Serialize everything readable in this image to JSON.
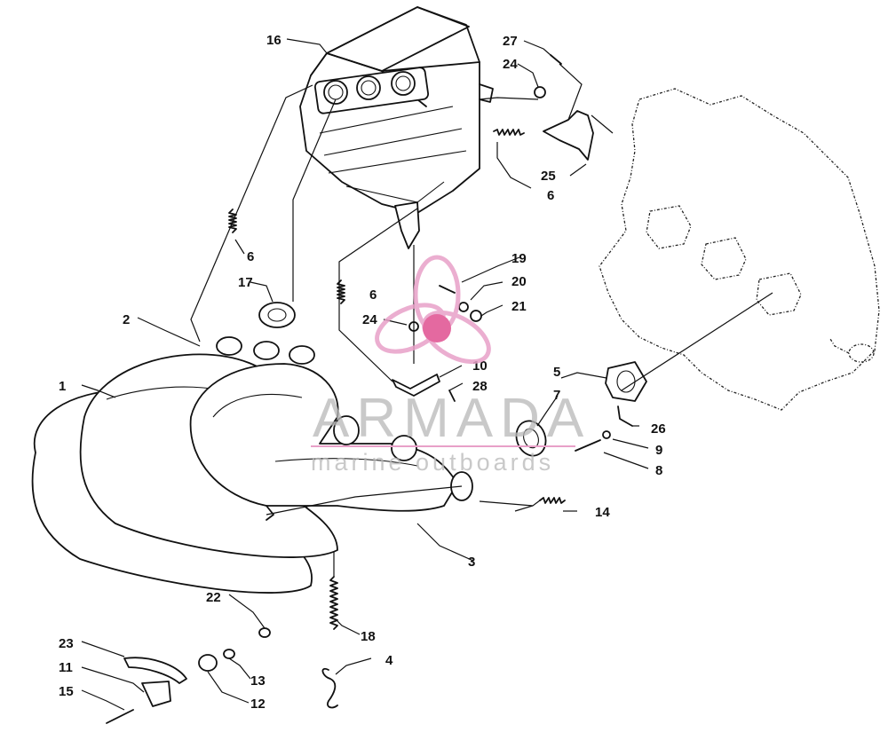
{
  "watermark": {
    "brand": "ARMADA",
    "tagline": "marine outboards",
    "colors": {
      "logo_pink": "#e8a0c8",
      "logo_dot": "#e05090",
      "text_gray": "#b8b8b8"
    }
  },
  "callouts": {
    "c1": "1",
    "c2": "2",
    "c3": "3",
    "c4": "4",
    "c5": "5",
    "c6a": "6",
    "c6b": "6",
    "c6c": "6",
    "c7": "7",
    "c8": "8",
    "c9": "9",
    "c10": "10",
    "c11": "11",
    "c12": "12",
    "c13": "13",
    "c14": "14",
    "c15": "15",
    "c16": "16",
    "c17": "17",
    "c18": "18",
    "c19": "19",
    "c20": "20",
    "c21": "21",
    "c22": "22",
    "c23": "23",
    "c24a": "24",
    "c24b": "24",
    "c25": "25",
    "c26": "26",
    "c27": "27",
    "c28": "28"
  }
}
